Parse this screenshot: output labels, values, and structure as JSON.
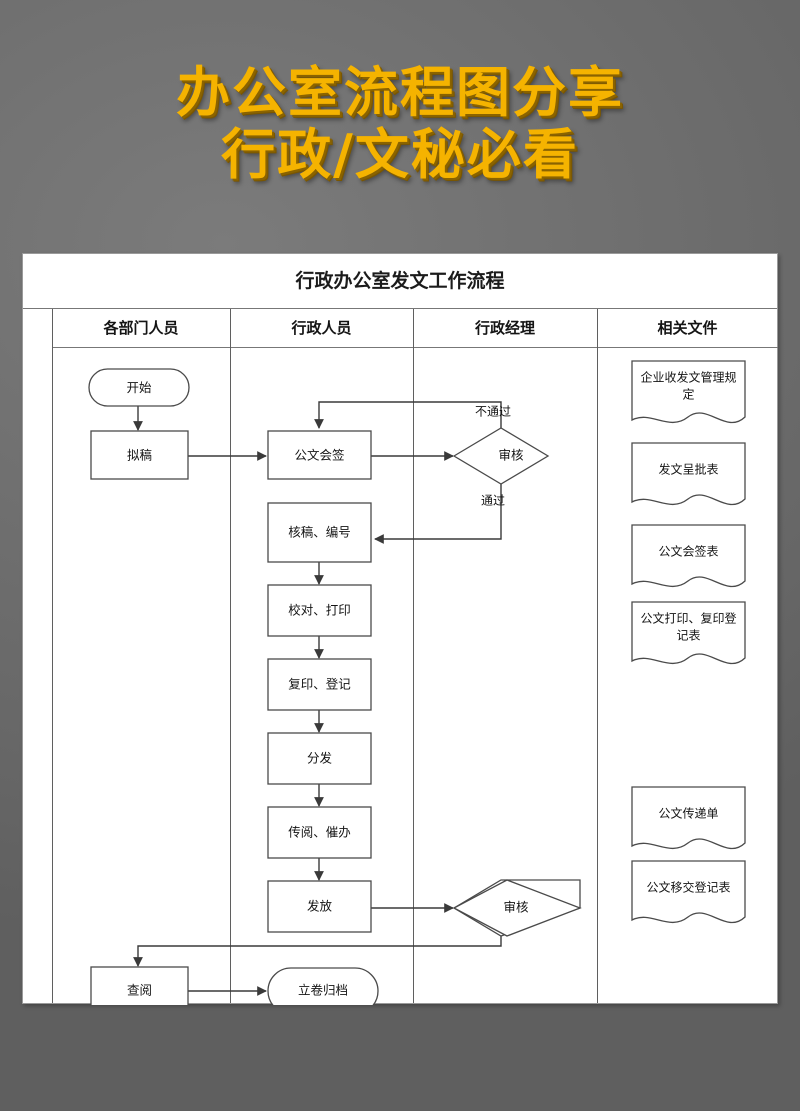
{
  "poster": {
    "title_line_1": "办公室流程图分享",
    "title_line_2": "行政/文秘必看",
    "title_color": "#f5b300",
    "background_color": "#6e6e6e"
  },
  "chart": {
    "title": "行政办公室发文工作流程",
    "columns": [
      {
        "label": "各部门人员"
      },
      {
        "label": "行政人员"
      },
      {
        "label": "行政经理"
      },
      {
        "label": "相关文件"
      }
    ],
    "nodes": {
      "start": "开始",
      "draft": "拟稿",
      "countersign": "公文会签",
      "review1": "审核",
      "verify_number": "核稿、编号",
      "proof_print": "校对、打印",
      "copy_register": "复印、登记",
      "distribute": "分发",
      "circulate_urge": "传阅、催办",
      "issue": "发放",
      "review2": "审核",
      "consult": "查阅",
      "archive": "立卷归档"
    },
    "edge_labels": {
      "fail": "不通过",
      "pass": "通过"
    },
    "documents": [
      {
        "label": "企业收发文管理规\n定",
        "line1": "企业收发文管理规",
        "line2": "定"
      },
      {
        "label": "发文呈批表",
        "line1": "发文呈批表",
        "line2": ""
      },
      {
        "label": "公文会签表",
        "line1": "公文会签表",
        "line2": ""
      },
      {
        "label": "公文打印、复印登记表",
        "line1": "公文打印、复印登",
        "line2": "记表"
      },
      {
        "label": "公文传递单",
        "line1": "公文传递单",
        "line2": ""
      },
      {
        "label": "公文移交登记表",
        "line1": "公文移交登记表",
        "line2": ""
      }
    ]
  }
}
